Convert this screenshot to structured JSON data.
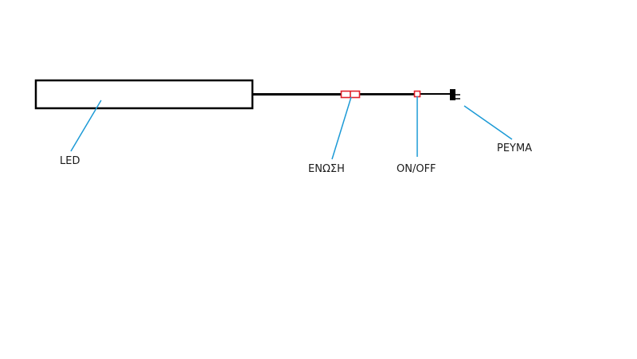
{
  "labels": {
    "led": "LED",
    "connection": "ΕΝΩΣΗ",
    "switch": "ON/OFF",
    "power": "ΡΕΥΜΑ"
  },
  "colors": {
    "wire": "#000000",
    "leader_line": "#1c9ad6",
    "component_outline": "#e0202a",
    "plug": "#000000"
  }
}
